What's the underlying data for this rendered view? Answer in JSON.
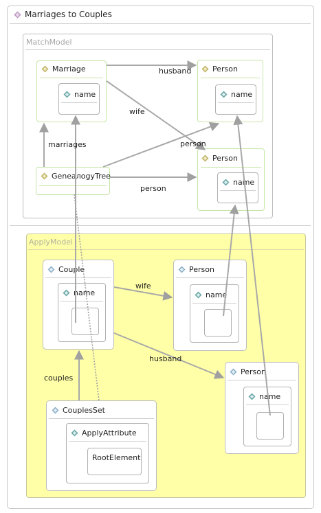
{
  "diagram": {
    "title": "Marriages to Couples",
    "match_model": {
      "title": "MatchModel",
      "nodes": {
        "marriage": {
          "label": "Marriage",
          "attribute": "name"
        },
        "person1": {
          "label": "Person",
          "attribute": "name"
        },
        "person2": {
          "label": "Person",
          "attribute": "name"
        },
        "genealogy": {
          "label": "GeneaлogyTree"
        }
      },
      "edges": {
        "husband": "husband",
        "wife": "wife",
        "marriages": "marriages",
        "person_a": "person",
        "person_b": "person"
      }
    },
    "apply_model": {
      "title": "ApplyModel",
      "nodes": {
        "couple": {
          "label": "Couple",
          "attribute": "name"
        },
        "person_w": {
          "label": "Person",
          "attribute": "name"
        },
        "person_h": {
          "label": "Person",
          "attribute": "name"
        },
        "couples_set": {
          "label": "CouplesSet",
          "child": "ApplyAttribute",
          "grandchild": "RootElement"
        }
      },
      "edges": {
        "wife": "wife",
        "husband": "husband",
        "couples": "couples"
      }
    },
    "colors": {
      "apply_bg": "#ffffa8",
      "match_node_border": "#c6e6a6",
      "edge": "#a8a8a8"
    },
    "icons": {
      "title": "diamond-purple-icon",
      "match_class": "diamond-olive-icon",
      "match_attr": "diamond-teal-icon",
      "apply_class": "diamond-blue-icon"
    }
  }
}
